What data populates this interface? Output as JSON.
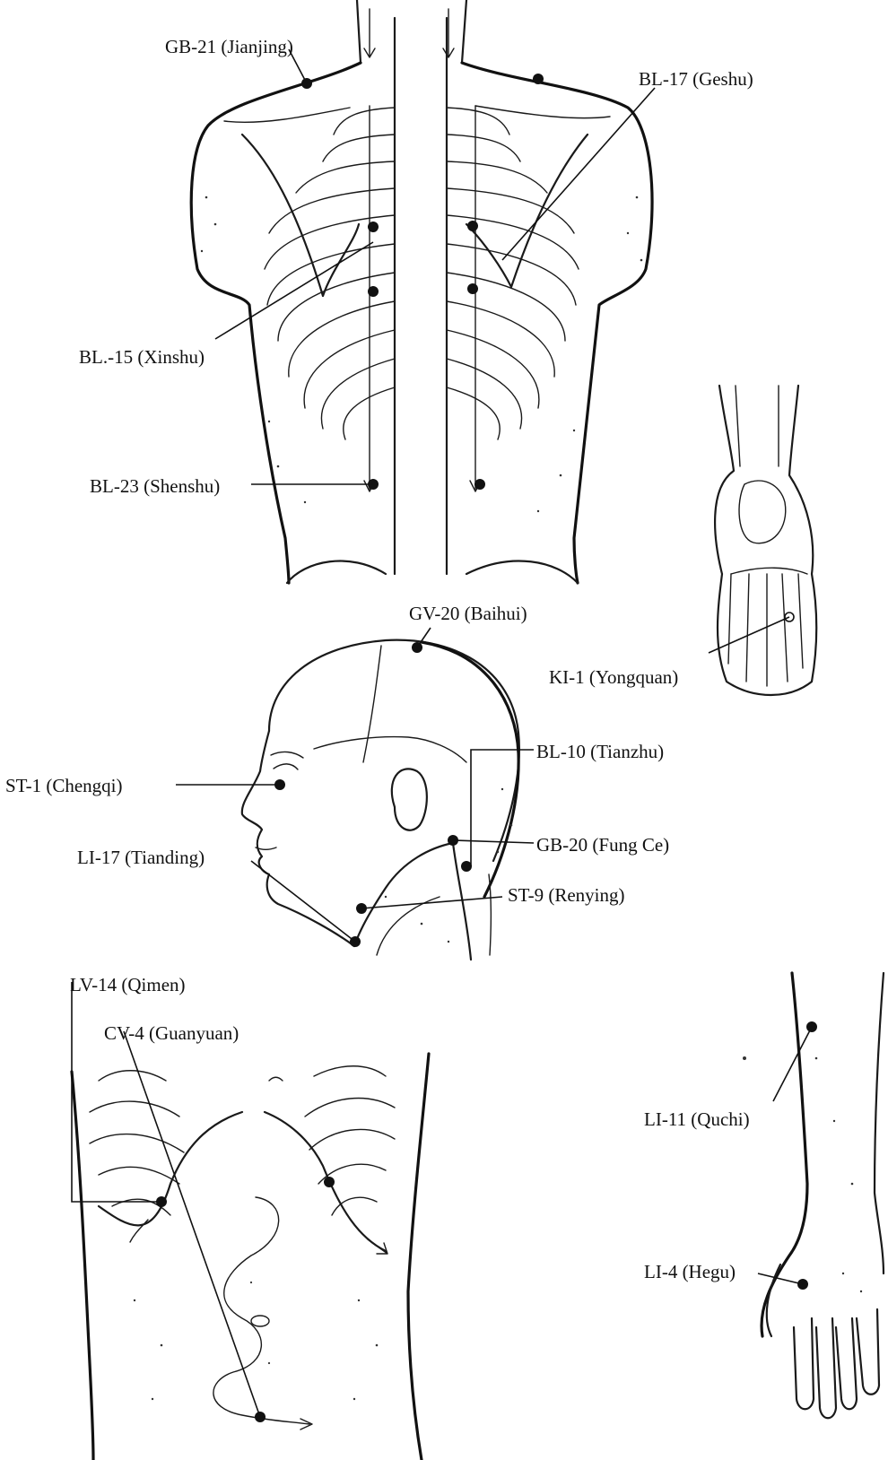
{
  "points": {
    "gb21": "GB-21 (Jianjing)",
    "bl17": "BL-17 (Geshu)",
    "bl15": "BL.-15 (Xinshu)",
    "bl23": "BL-23 (Shenshu)",
    "gv20": "GV-20 (Baihui)",
    "ki1": "KI-1 (Yongquan)",
    "st1": "ST-1 (Chengqi)",
    "bl10": "BL-10 (Tianzhu)",
    "li17": "LI-17 (Tianding)",
    "gb20": "GB-20 (Fung Ce)",
    "st9": "ST-9 (Renying)",
    "lv14": "LV-14 (Qimen)",
    "cv4": "CV-4 (Guanyuan)",
    "li11": "LI-11 (Quchi)",
    "li4": "LI-4 (Hegu)"
  }
}
